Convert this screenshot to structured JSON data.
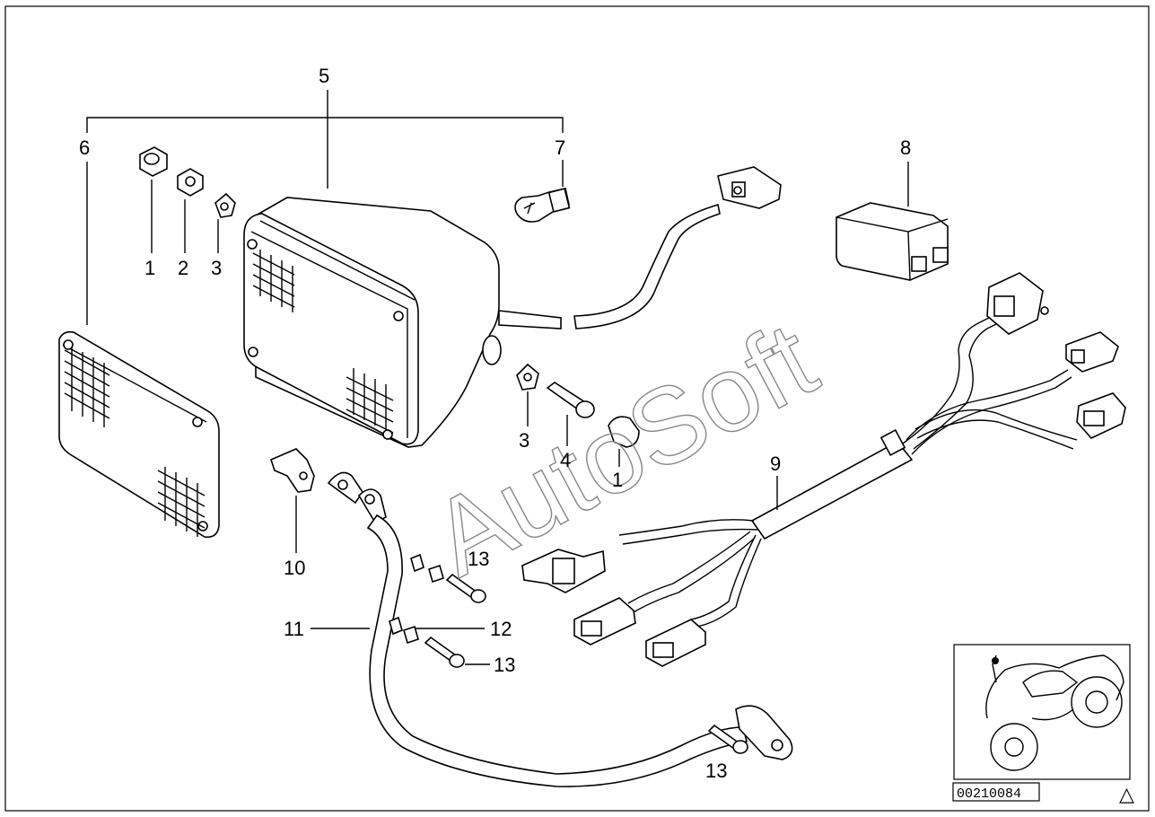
{
  "diagram": {
    "callouts": {
      "c1a": "1",
      "c2": "2",
      "c3a": "3",
      "c5": "5",
      "c6": "6",
      "c7": "7",
      "c8": "8",
      "c3b": "3",
      "c4": "4",
      "c1b": "1",
      "c9": "9",
      "c10": "10",
      "c11": "11",
      "c12": "12",
      "c13a": "13",
      "c13b": "13",
      "c13c": "13"
    },
    "watermark": "AutoSoft",
    "diagram_code": "00210084",
    "warning_symbol": "△"
  }
}
